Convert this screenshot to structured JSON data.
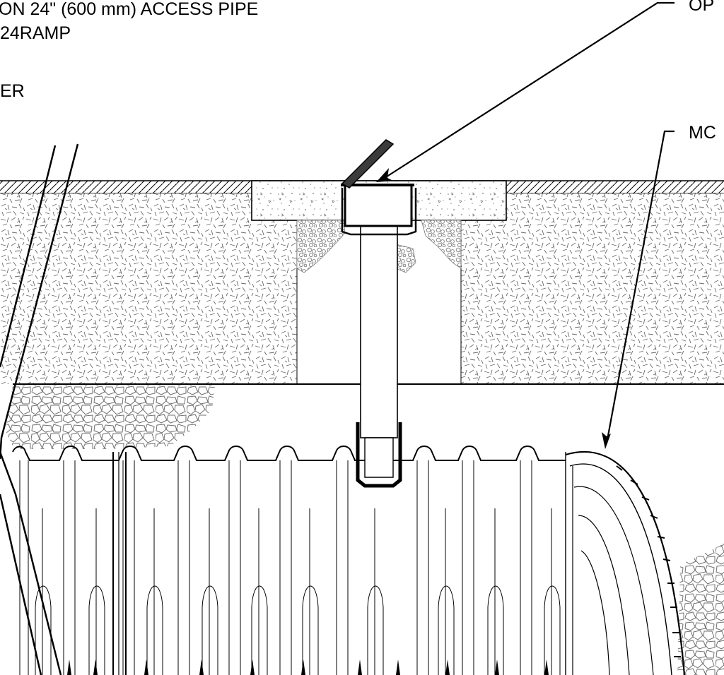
{
  "labels": {
    "access_pipe": "ON 24\" (600 mm) ACCESS PIPE",
    "ramp": "24RAMP",
    "left_partial": "ER",
    "top_right_partial": "OP",
    "right_partial": "MC"
  },
  "colors": {
    "line": "#000000",
    "paper": "#ffffff",
    "aggregate": "#8c8c8c",
    "hatch": "#5a5a5a",
    "stone": "#6e6e6e"
  }
}
